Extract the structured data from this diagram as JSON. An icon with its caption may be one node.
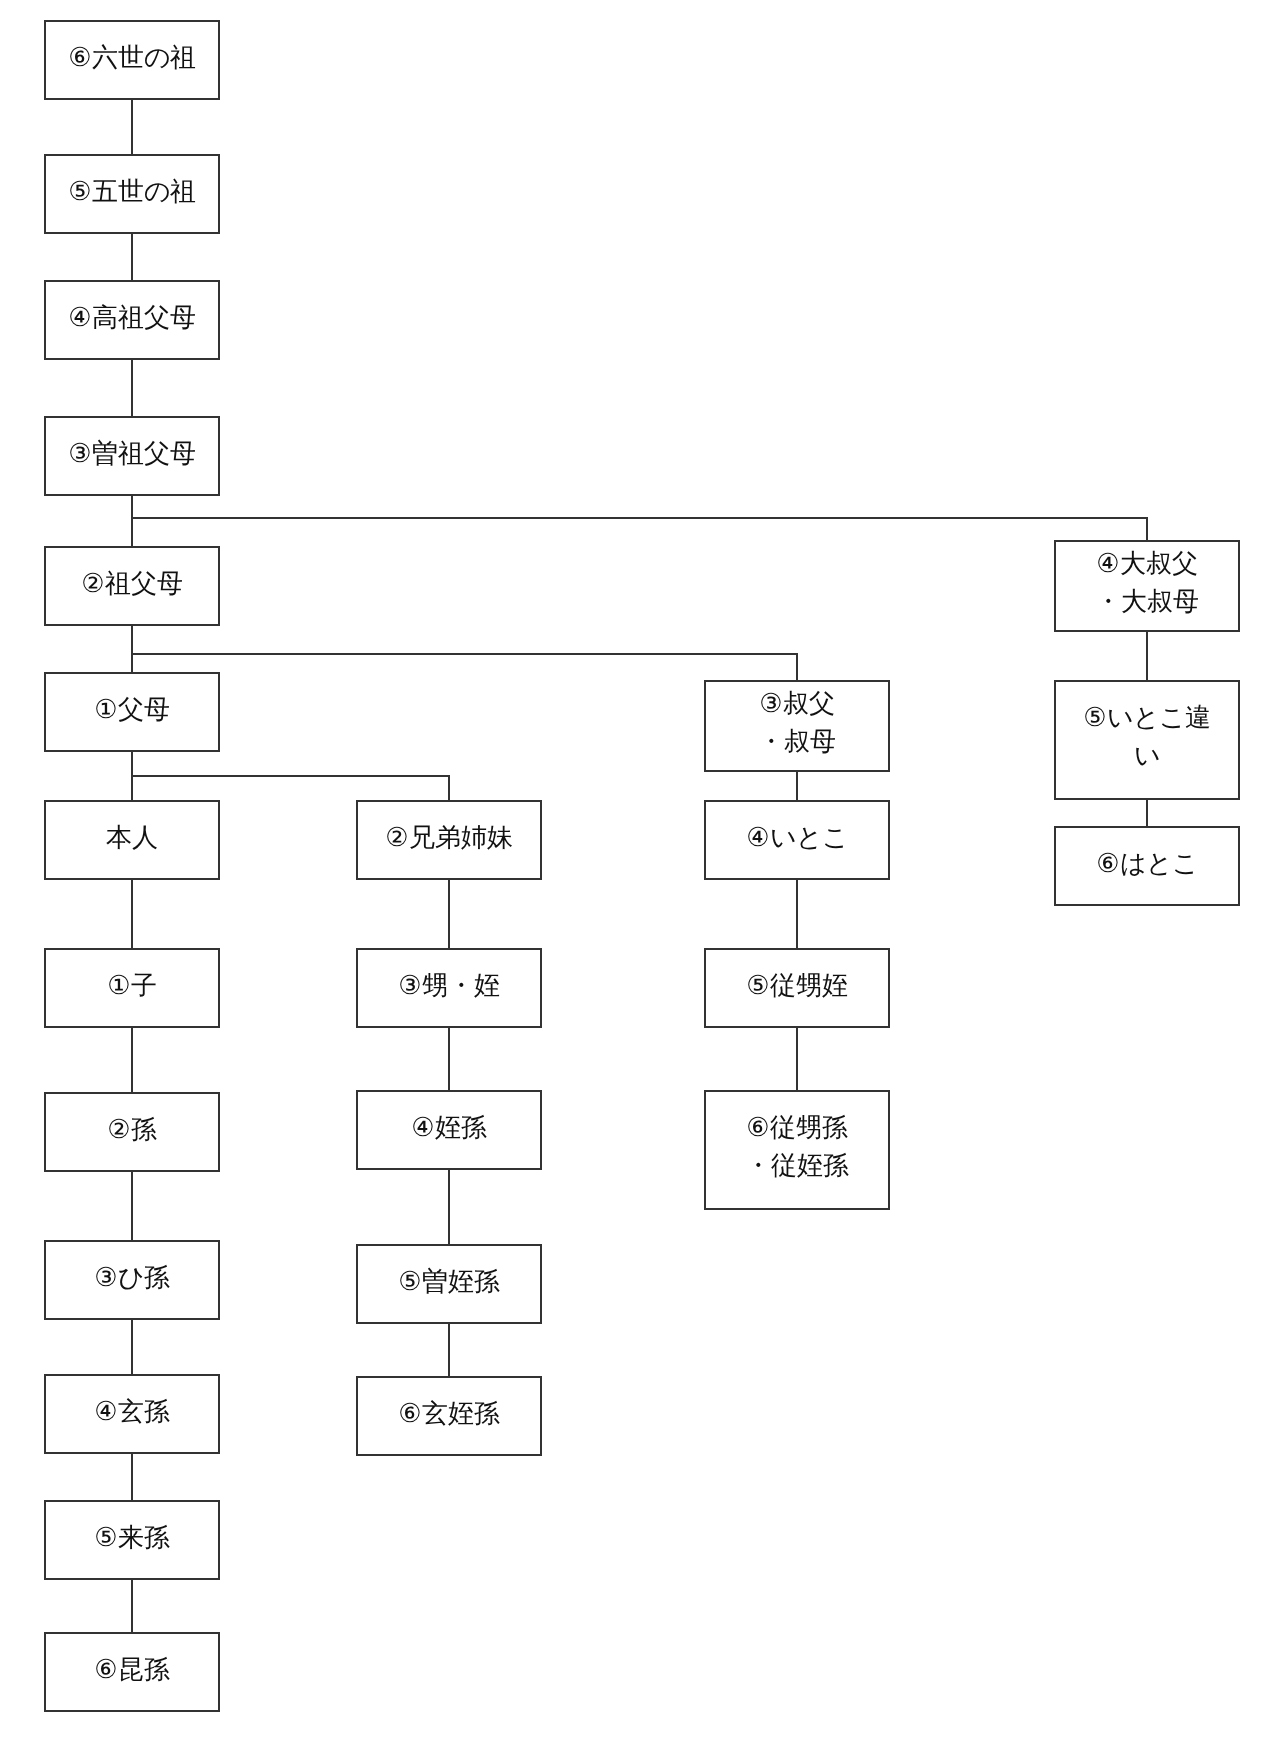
{
  "diagram": {
    "nodes": [
      {
        "text": [
          "⑥六世の祖"
        ]
      },
      {
        "text": [
          "⑤五世の祖"
        ]
      },
      {
        "text": [
          "④高祖父母"
        ]
      },
      {
        "text": [
          "③曽祖父母"
        ]
      },
      {
        "text": [
          "②祖父母"
        ]
      },
      {
        "text": [
          "①父母"
        ]
      },
      {
        "text": [
          "本人"
        ]
      },
      {
        "text": [
          "②兄弟姉妹"
        ]
      },
      {
        "text": [
          "①子"
        ]
      },
      {
        "text": [
          "②孫"
        ]
      },
      {
        "text": [
          "③ひ孫"
        ]
      },
      {
        "text": [
          "④玄孫"
        ]
      },
      {
        "text": [
          "⑤来孫"
        ]
      },
      {
        "text": [
          "⑥昆孫"
        ]
      },
      {
        "text": [
          "③甥・姪"
        ]
      },
      {
        "text": [
          "④姪孫"
        ]
      },
      {
        "text": [
          "⑤曽姪孫"
        ]
      },
      {
        "text": [
          "⑥玄姪孫"
        ]
      },
      {
        "text": [
          "③叔父・叔母"
        ]
      },
      {
        "text": [
          "④いとこ"
        ]
      },
      {
        "text": [
          "⑤従甥姪"
        ]
      },
      {
        "text": [
          "⑥従甥孫・従姪孫"
        ]
      },
      {
        "text": [
          "④大叔父・大叔母"
        ]
      },
      {
        "text": [
          "⑤いとこ違い"
        ]
      },
      {
        "text": [
          "⑥はとこ"
        ]
      }
    ],
    "edges": [
      {
        "from": 0,
        "to": 1,
        "arrow": "none"
      },
      {
        "from": 1,
        "to": 2,
        "arrow": "none"
      },
      {
        "from": 2,
        "to": 3,
        "arrow": "none"
      },
      {
        "from": 3,
        "to": 4,
        "arrow": "none"
      },
      {
        "from": 3,
        "to": 22,
        "arrow": "none"
      },
      {
        "from": 4,
        "to": 5,
        "arrow": "none"
      },
      {
        "from": 4,
        "to": 18,
        "arrow": "none"
      },
      {
        "from": 5,
        "to": 6,
        "arrow": "none"
      },
      {
        "from": 5,
        "to": 7,
        "arrow": "none"
      },
      {
        "from": 6,
        "to": 8,
        "arrow": "none"
      },
      {
        "from": 8,
        "to": 9,
        "arrow": "none"
      },
      {
        "from": 9,
        "to": 10,
        "arrow": "none"
      },
      {
        "from": 10,
        "to": 11,
        "arrow": "none"
      },
      {
        "from": 11,
        "to": 12,
        "arrow": "none"
      },
      {
        "from": 12,
        "to": 13,
        "arrow": "none"
      },
      {
        "from": 7,
        "to": 14,
        "arrow": "none"
      },
      {
        "from": 14,
        "to": 15,
        "arrow": "none"
      },
      {
        "from": 15,
        "to": 16,
        "arrow": "none"
      },
      {
        "from": 16,
        "to": 17,
        "arrow": "none"
      },
      {
        "from": 18,
        "to": 19,
        "arrow": "none"
      },
      {
        "from": 19,
        "to": 20,
        "arrow": "none"
      },
      {
        "from": 20,
        "to": 21,
        "arrow": "none"
      },
      {
        "from": 22,
        "to": 23,
        "arrow": "none"
      },
      {
        "from": 23,
        "to": 24,
        "arrow": "none"
      }
    ]
  }
}
